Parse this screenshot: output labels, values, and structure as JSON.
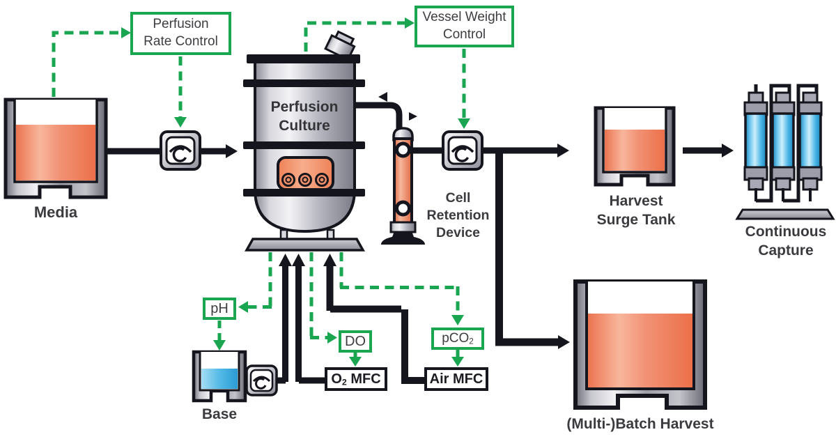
{
  "diagram": {
    "type": "process-flow",
    "subject": "perfusion cell culture bioprocess",
    "colors": {
      "accent_green": "#1aa551",
      "line_black": "#15151d",
      "label_text": "#3b3b3f",
      "media_liquid_red": "#ec7550",
      "base_liquid_blue": "#54bae6",
      "capture_column_blue": "#9adcf6",
      "vessel_gray": "#b9b9c3"
    },
    "vessels": {
      "media": {
        "label": "Media"
      },
      "bioreactor": {
        "label": "Perfusion Culture"
      },
      "cell_retention_device": {
        "label": "Cell Retention Device"
      },
      "harvest_surge_tank": {
        "label": "Harvest Surge Tank"
      },
      "continuous_capture": {
        "label": "Continuous Capture"
      },
      "batch_harvest": {
        "label": "(Multi-)Batch Harvest"
      },
      "base_tank": {
        "label": "Base"
      }
    },
    "controllers": {
      "perfusion_rate": {
        "label": "Perfusion Rate Control"
      },
      "vessel_weight": {
        "label": "Vessel Weight Control"
      },
      "ph": {
        "label": "pH"
      },
      "do": {
        "label": "DO"
      },
      "pco2": {
        "pre": "pCO",
        "sub": "2"
      },
      "o2_mfc": {
        "pre": "O",
        "sub": "2",
        "post": " MFC"
      },
      "air_mfc": {
        "label": "Air MFC"
      }
    },
    "pumps": {
      "count": 3,
      "symbol": "peristaltic-pump"
    }
  }
}
